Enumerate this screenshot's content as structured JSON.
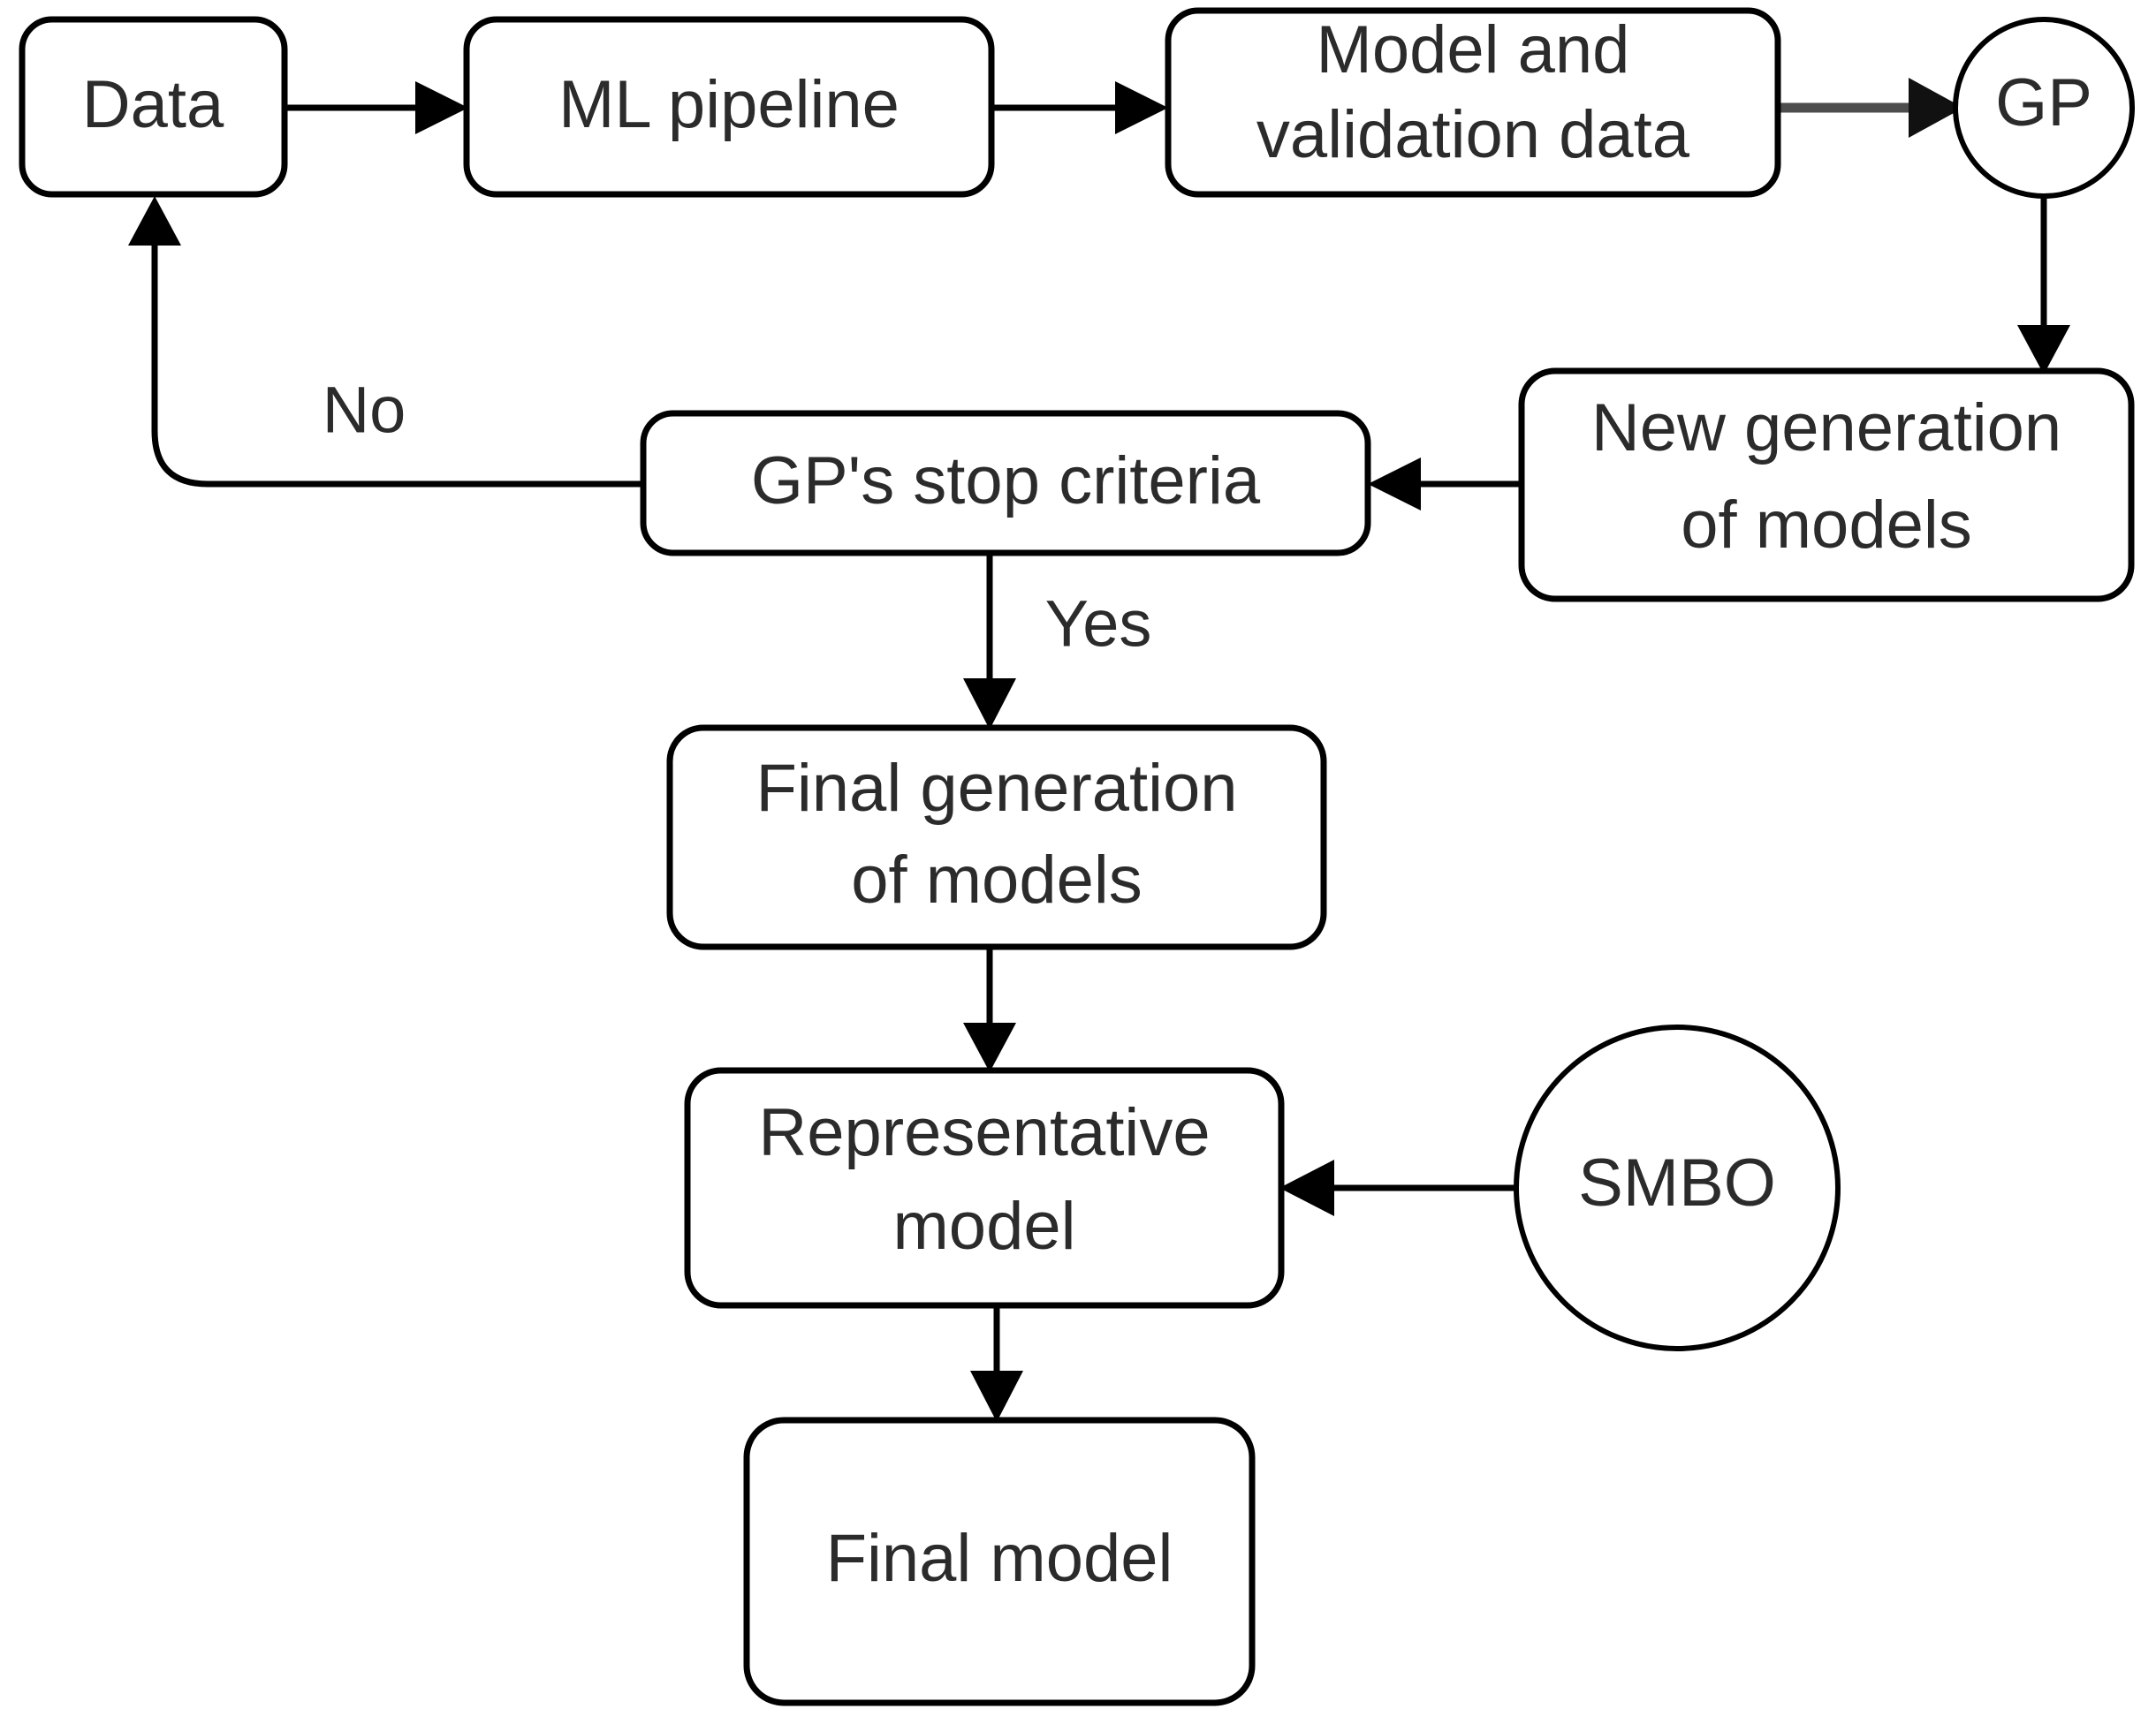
{
  "diagram": {
    "type": "flowchart",
    "title": "Automated machine learning pipeline optimization flowchart",
    "background_color": "#ffffff",
    "stroke_color": "#000000",
    "text_color": "#2b2b2b",
    "nodes": [
      {
        "id": "data",
        "shape": "rounded-rect",
        "label": "Data",
        "lines": [
          "Data"
        ]
      },
      {
        "id": "ml_pipeline",
        "shape": "rounded-rect",
        "label": "ML pipeline",
        "lines": [
          "ML pipeline"
        ]
      },
      {
        "id": "model_val",
        "shape": "rounded-rect",
        "label": "Model and validation data",
        "lines": [
          "Model and",
          "validation data"
        ]
      },
      {
        "id": "gp",
        "shape": "circle",
        "label": "GP",
        "lines": [
          "GP"
        ]
      },
      {
        "id": "new_gen",
        "shape": "rounded-rect",
        "label": "New generation of models",
        "lines": [
          "New generation",
          "of models"
        ]
      },
      {
        "id": "stop_crit",
        "shape": "rounded-rect",
        "label": "GP's stop criteria",
        "lines": [
          "GP's stop criteria"
        ]
      },
      {
        "id": "final_gen",
        "shape": "rounded-rect",
        "label": "Final generation of models",
        "lines": [
          "Final generation",
          "of models"
        ]
      },
      {
        "id": "repr_model",
        "shape": "rounded-rect",
        "label": "Representative model",
        "lines": [
          "Representative",
          "model"
        ]
      },
      {
        "id": "smbo",
        "shape": "circle",
        "label": "SMBO",
        "lines": [
          "SMBO"
        ]
      },
      {
        "id": "final_model",
        "shape": "rounded-rect",
        "label": "Final model",
        "lines": [
          "Final model"
        ]
      }
    ],
    "edges": [
      {
        "from": "data",
        "to": "ml_pipeline",
        "label": ""
      },
      {
        "from": "ml_pipeline",
        "to": "model_val",
        "label": ""
      },
      {
        "from": "model_val",
        "to": "gp",
        "label": ""
      },
      {
        "from": "gp",
        "to": "new_gen",
        "label": ""
      },
      {
        "from": "new_gen",
        "to": "stop_crit",
        "label": ""
      },
      {
        "from": "stop_crit",
        "to": "data",
        "label": "No"
      },
      {
        "from": "stop_crit",
        "to": "final_gen",
        "label": "Yes"
      },
      {
        "from": "final_gen",
        "to": "repr_model",
        "label": ""
      },
      {
        "from": "smbo",
        "to": "repr_model",
        "label": ""
      },
      {
        "from": "repr_model",
        "to": "final_model",
        "label": ""
      }
    ],
    "edge_labels": {
      "no": "No",
      "yes": "Yes"
    }
  }
}
